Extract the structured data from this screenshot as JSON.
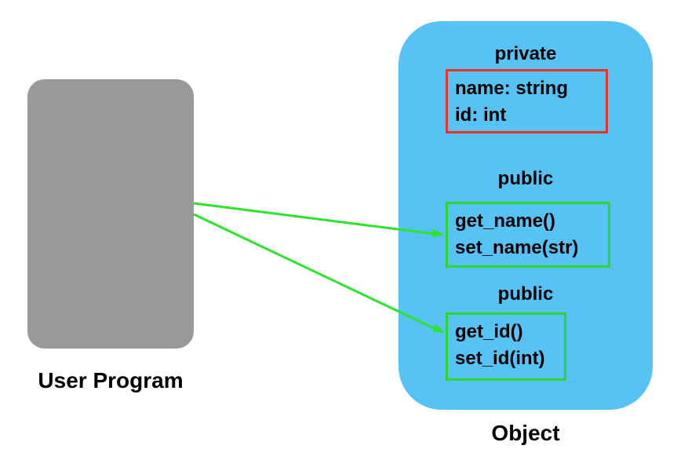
{
  "diagram": {
    "user_program": {
      "label": "User Program"
    },
    "object": {
      "label": "Object",
      "sections": [
        {
          "access": "private",
          "lines": [
            "name: string",
            "id: int"
          ]
        },
        {
          "access": "public",
          "lines": [
            "get_name()",
            "set_name(str)"
          ]
        },
        {
          "access": "public",
          "lines": [
            "get_id()",
            "set_id(int)"
          ]
        }
      ]
    },
    "arrows": [
      {
        "from": "User Program",
        "to": "public get_name()/set_name(str) box"
      },
      {
        "from": "User Program",
        "to": "public get_id()/set_id(int) box"
      }
    ],
    "colors": {
      "object_fill": "#57c2f4",
      "user_program_fill": "#999999",
      "private_border": "#ee3228",
      "public_border": "#2ed52e",
      "arrow": "#2ee32e",
      "label_text": "#000000",
      "background": "#ffffff"
    }
  }
}
